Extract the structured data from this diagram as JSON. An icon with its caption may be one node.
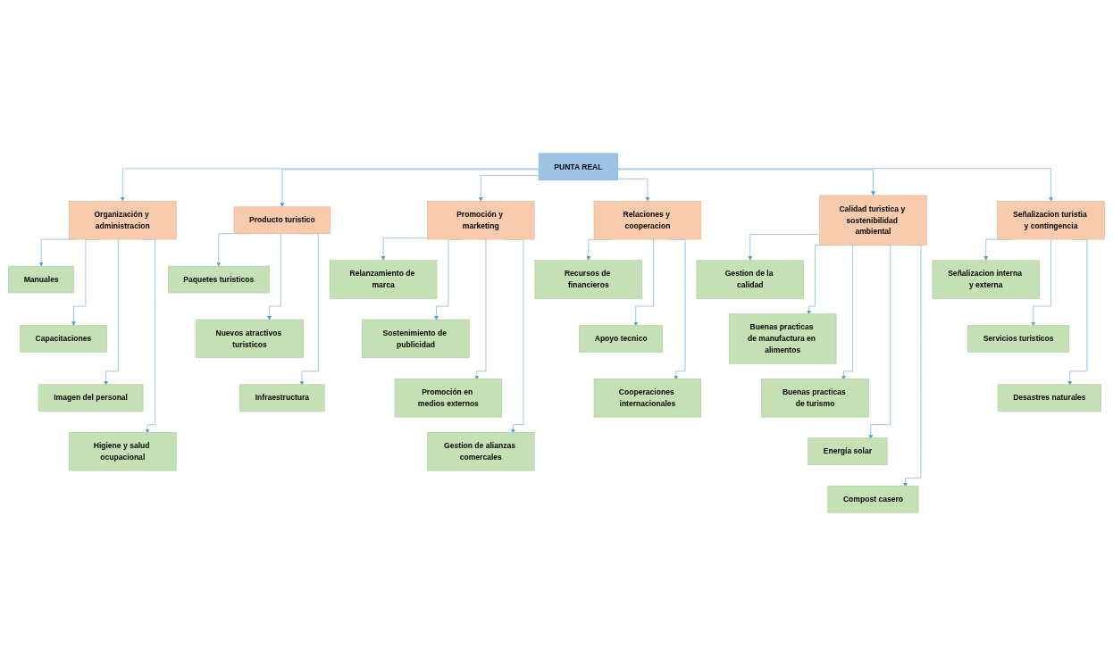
{
  "diagram": {
    "nodes": [
      {
        "text": [
          "PUNTA REAL"
        ]
      },
      {
        "text": [
          "Organización y administracion"
        ]
      },
      {
        "text": [
          "Producto turistico"
        ]
      },
      {
        "text": [
          "Promoción y marketing"
        ]
      },
      {
        "text": [
          "Relaciones y cooperacion"
        ]
      },
      {
        "text": [
          "Calidad turistica y sostenibilidad ambiental"
        ]
      },
      {
        "text": [
          "Señalizacion turistia y contingencia"
        ]
      },
      {
        "text": [
          "Manuales"
        ]
      },
      {
        "text": [
          "Capacitaciones"
        ]
      },
      {
        "text": [
          "Imagen del personal"
        ]
      },
      {
        "text": [
          "Higiene y salud ocupacional"
        ]
      },
      {
        "text": [
          "Paquetes turisticos"
        ]
      },
      {
        "text": [
          "Nuevos atractivos turisticos"
        ]
      },
      {
        "text": [
          "Infraestructura"
        ]
      },
      {
        "text": [
          "Relanzamiento de marca"
        ]
      },
      {
        "text": [
          "Sostenimiento de publicidad"
        ]
      },
      {
        "text": [
          "Promoción en medios externos"
        ]
      },
      {
        "text": [
          "Gestion de alianzas comercales"
        ]
      },
      {
        "text": [
          "Recursos de financieros"
        ]
      },
      {
        "text": [
          "Apoyo tecnico"
        ]
      },
      {
        "text": [
          "Cooperaciones internacionales"
        ]
      },
      {
        "text": [
          "Gestion de la calidad"
        ]
      },
      {
        "text": [
          "Buenas practicas de manufactura en alimentos"
        ]
      },
      {
        "text": [
          "Buenas practicas de turismo"
        ]
      },
      {
        "text": [
          "Energía solar"
        ]
      },
      {
        "text": [
          "Compost casero"
        ]
      },
      {
        "text": [
          "Señalizacion interna y externa"
        ]
      },
      {
        "text": [
          "Servicios turisticos"
        ]
      },
      {
        "text": [
          "Desastres naturales"
        ]
      }
    ],
    "edges": [
      {
        "from": 0,
        "to": 1,
        "arrow": "to"
      },
      {
        "from": 0,
        "to": 2,
        "arrow": "to"
      },
      {
        "from": 0,
        "to": 3,
        "arrow": "to"
      },
      {
        "from": 0,
        "to": 4,
        "arrow": "to"
      },
      {
        "from": 0,
        "to": 5,
        "arrow": "to"
      },
      {
        "from": 0,
        "to": 6,
        "arrow": "to"
      },
      {
        "from": 1,
        "to": 7,
        "arrow": "to"
      },
      {
        "from": 1,
        "to": 8,
        "arrow": "to"
      },
      {
        "from": 1,
        "to": 9,
        "arrow": "to"
      },
      {
        "from": 1,
        "to": 10,
        "arrow": "to"
      },
      {
        "from": 2,
        "to": 11,
        "arrow": "to"
      },
      {
        "from": 2,
        "to": 12,
        "arrow": "to"
      },
      {
        "from": 2,
        "to": 13,
        "arrow": "to"
      },
      {
        "from": 3,
        "to": 14,
        "arrow": "to"
      },
      {
        "from": 3,
        "to": 15,
        "arrow": "to"
      },
      {
        "from": 3,
        "to": 16,
        "arrow": "to"
      },
      {
        "from": 3,
        "to": 17,
        "arrow": "to"
      },
      {
        "from": 4,
        "to": 18,
        "arrow": "to"
      },
      {
        "from": 4,
        "to": 19,
        "arrow": "to"
      },
      {
        "from": 4,
        "to": 20,
        "arrow": "to"
      },
      {
        "from": 5,
        "to": 21,
        "arrow": "to"
      },
      {
        "from": 5,
        "to": 22,
        "arrow": "to"
      },
      {
        "from": 5,
        "to": 23,
        "arrow": "to"
      },
      {
        "from": 5,
        "to": 24,
        "arrow": "to"
      },
      {
        "from": 5,
        "to": 25,
        "arrow": "to"
      },
      {
        "from": 6,
        "to": 26,
        "arrow": "to"
      },
      {
        "from": 6,
        "to": 27,
        "arrow": "to"
      },
      {
        "from": 6,
        "to": 28,
        "arrow": "to"
      }
    ]
  }
}
